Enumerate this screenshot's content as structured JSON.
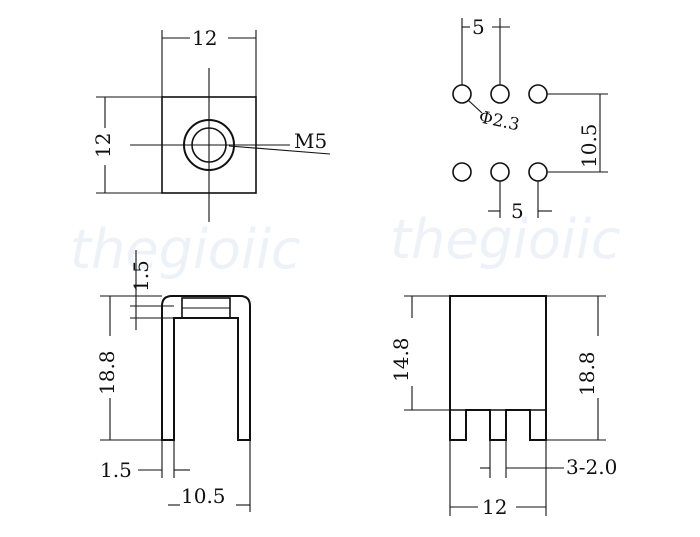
{
  "watermark": "thegioiic",
  "dimensions": {
    "top_width": "12",
    "side_height": "12",
    "thread": "M5",
    "pitch_top": "5",
    "pitch_bottom": "5",
    "hole_diameter": "Φ2.3",
    "row_spacing": "10.5",
    "lip": "1.5",
    "height_left": "18.8",
    "pin_width": "1.5",
    "inner_width": "10.5",
    "slot_height": "14.8",
    "height_right": "18.8",
    "pin_gap": "3-2.0",
    "bottom_width": "12"
  }
}
